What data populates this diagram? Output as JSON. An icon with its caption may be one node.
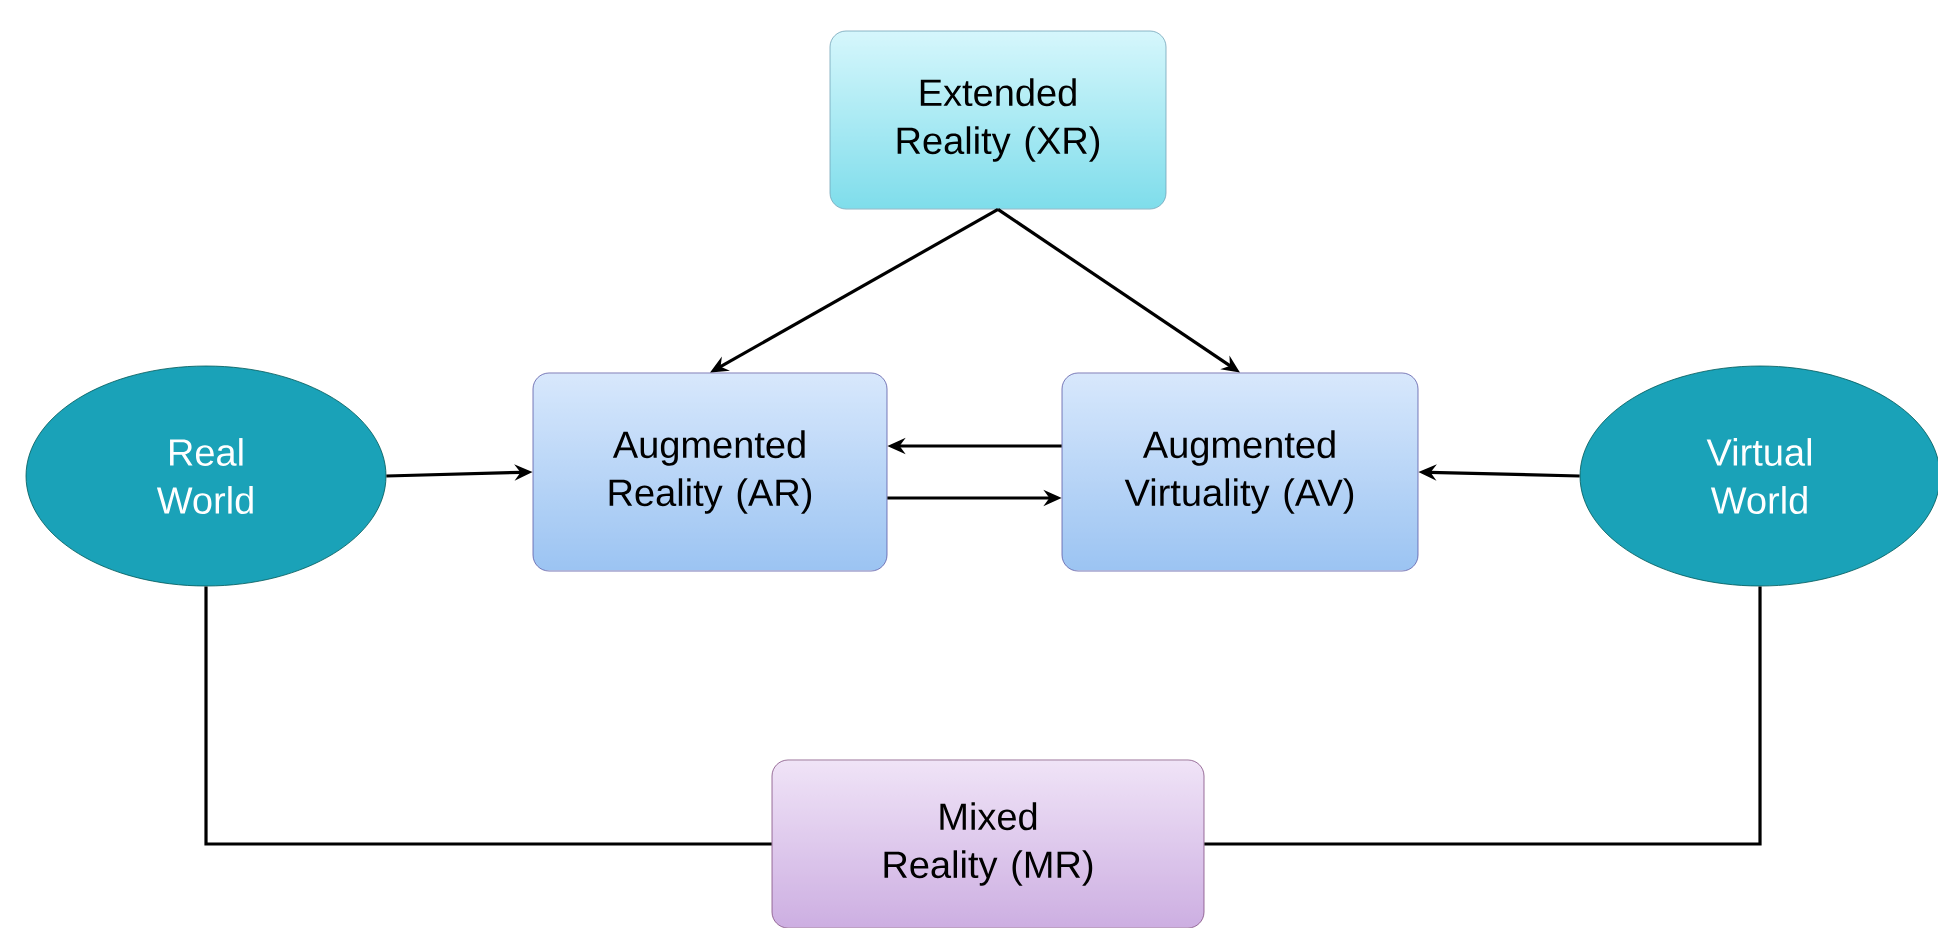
{
  "diagram": {
    "nodes": [
      {
        "text": [
          "Extended Reality (XR)"
        ]
      },
      {
        "text": [
          "Real World"
        ]
      },
      {
        "text": [
          "Augmented Reality (AR)"
        ]
      },
      {
        "text": [
          "Augmented Virtuality (AV)"
        ]
      },
      {
        "text": [
          "Virtual World"
        ]
      },
      {
        "text": [
          "Mixed Reality (MR)"
        ]
      }
    ],
    "edges": [
      {
        "from": 0,
        "to": 2,
        "arrow": "to"
      },
      {
        "from": 0,
        "to": 3,
        "arrow": "to"
      },
      {
        "from": 1,
        "to": 2,
        "arrow": "to"
      },
      {
        "from": 2,
        "to": 3,
        "arrow": "to"
      },
      {
        "from": 3,
        "to": 2,
        "arrow": "to"
      },
      {
        "from": 4,
        "to": 3,
        "arrow": "to"
      },
      {
        "from": 1,
        "to": 5,
        "arrow": "none"
      },
      {
        "from": 4,
        "to": 5,
        "arrow": "none"
      }
    ]
  }
}
